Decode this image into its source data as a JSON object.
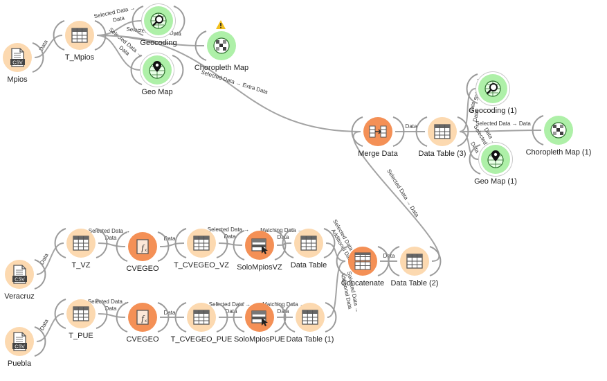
{
  "colors": {
    "data": "#fcd9b0",
    "transform": "#fbbd93",
    "process": "#f49056",
    "visualize": "#aef0a8",
    "link": "#a3a3a3",
    "warning": "#f2c01e"
  },
  "nodes": [
    {
      "id": "mpios",
      "label": "Mpios",
      "icon": "csv-file-icon",
      "category": "data",
      "ports": "right"
    },
    {
      "id": "t_mpios",
      "label": "T_Mpios",
      "icon": "table-icon",
      "category": "data",
      "ports": "both"
    },
    {
      "id": "geocoding",
      "label": "Geocoding",
      "icon": "geocoding-icon",
      "category": "visualize",
      "ports": "both",
      "dashed": true
    },
    {
      "id": "choropleth",
      "label": "Choropleth Map",
      "icon": "choropleth-icon",
      "category": "visualize",
      "ports": "left",
      "warning": true
    },
    {
      "id": "geomap",
      "label": "Geo Map",
      "icon": "geomap-icon",
      "category": "visualize",
      "ports": "both",
      "dashed": true
    },
    {
      "id": "merge",
      "label": "Merge Data",
      "icon": "merge-icon",
      "category": "process",
      "ports": "both"
    },
    {
      "id": "dt3",
      "label": "Data Table (3)",
      "icon": "table-icon",
      "category": "data",
      "ports": "both"
    },
    {
      "id": "geocoding1",
      "label": "Geocoding (1)",
      "icon": "geocoding-icon",
      "category": "visualize",
      "ports": "left",
      "dashed": true
    },
    {
      "id": "choropleth1",
      "label": "Choropleth Map (1)",
      "icon": "choropleth-icon",
      "category": "visualize",
      "ports": "left"
    },
    {
      "id": "geomap1",
      "label": "Geo Map (1)",
      "icon": "geomap-icon",
      "category": "visualize",
      "ports": "left",
      "dashed": true
    },
    {
      "id": "veracruz",
      "label": "Veracruz",
      "icon": "csv-file-icon",
      "category": "data",
      "ports": "right"
    },
    {
      "id": "t_vz",
      "label": "T_VZ",
      "icon": "table-icon",
      "category": "data",
      "ports": "both"
    },
    {
      "id": "cvegeo_vz",
      "label": "CVEGEO",
      "icon": "formula-icon",
      "category": "process",
      "ports": "both"
    },
    {
      "id": "t_cvegeo_vz",
      "label": "T_CVEGEO_VZ",
      "icon": "table-icon",
      "category": "data",
      "ports": "both"
    },
    {
      "id": "solo_vz",
      "label": "SoloMpiosVZ",
      "icon": "select-rows-icon",
      "category": "process",
      "ports": "both"
    },
    {
      "id": "dt_vz",
      "label": "Data Table",
      "icon": "table-icon",
      "category": "data",
      "ports": "both"
    },
    {
      "id": "concat",
      "label": "Concatenate",
      "icon": "concatenate-icon",
      "category": "process",
      "ports": "both"
    },
    {
      "id": "dt2",
      "label": "Data Table (2)",
      "icon": "table-icon",
      "category": "data",
      "ports": "both"
    },
    {
      "id": "puebla",
      "label": "Puebla",
      "icon": "csv-file-icon",
      "category": "data",
      "ports": "right"
    },
    {
      "id": "t_pue",
      "label": "T_PUE",
      "icon": "table-icon",
      "category": "data",
      "ports": "both"
    },
    {
      "id": "cvegeo_pue",
      "label": "CVEGEO",
      "icon": "formula-icon",
      "category": "process",
      "ports": "both"
    },
    {
      "id": "t_cvegeo_pue",
      "label": "T_CVEGEO_PUE",
      "icon": "table-icon",
      "category": "data",
      "ports": "both"
    },
    {
      "id": "solo_pue",
      "label": "SoloMpiosPUE",
      "icon": "select-rows-icon",
      "category": "process",
      "ports": "both"
    },
    {
      "id": "dt1",
      "label": "Data Table (1)",
      "icon": "table-icon",
      "category": "data",
      "ports": "both"
    }
  ],
  "links": [
    {
      "from": "mpios",
      "to": "t_mpios",
      "label": "Data"
    },
    {
      "from": "t_mpios",
      "to": "geocoding",
      "label": "Selected Data →",
      "label2": "Data"
    },
    {
      "from": "t_mpios",
      "to": "choropleth",
      "label": "Selected Data → Data"
    },
    {
      "from": "t_mpios",
      "to": "geomap",
      "label": "Selected Data →",
      "label2": "Data"
    },
    {
      "from": "t_mpios",
      "to": "merge",
      "label": "Selected Data → Extra Data"
    },
    {
      "from": "merge",
      "to": "dt3",
      "label": "Data"
    },
    {
      "from": "dt3",
      "to": "geocoding1",
      "label": "Selected",
      "label2": "Data →",
      "label3": "Data"
    },
    {
      "from": "dt3",
      "to": "choropleth1",
      "label": "Selected Data → Data"
    },
    {
      "from": "dt3",
      "to": "geomap1",
      "label": "Selected",
      "label2": "Data →",
      "label3": "Data"
    },
    {
      "from": "dt2",
      "to": "merge",
      "label": "Selected Data → Data"
    },
    {
      "from": "veracruz",
      "to": "t_vz",
      "label": "Data"
    },
    {
      "from": "t_vz",
      "to": "cvegeo_vz",
      "label": "Selected Data →",
      "label2": "Data"
    },
    {
      "from": "cvegeo_vz",
      "to": "t_cvegeo_vz",
      "label": "Data"
    },
    {
      "from": "t_cvegeo_vz",
      "to": "solo_vz",
      "label": "Selected Data →",
      "label2": "Data"
    },
    {
      "from": "solo_vz",
      "to": "dt_vz",
      "label": "Matching Data →",
      "label2": "Data"
    },
    {
      "from": "dt_vz",
      "to": "concat",
      "label": "Selected Data →",
      "label2": "Additional Data"
    },
    {
      "from": "concat",
      "to": "dt2",
      "label": "Data"
    },
    {
      "from": "puebla",
      "to": "t_pue",
      "label": "Data"
    },
    {
      "from": "t_pue",
      "to": "cvegeo_pue",
      "label": "Selected Data →",
      "label2": "Data"
    },
    {
      "from": "cvegeo_pue",
      "to": "t_cvegeo_pue",
      "label": "Data"
    },
    {
      "from": "t_cvegeo_pue",
      "to": "solo_pue",
      "label": "Selected Data →",
      "label2": "Data"
    },
    {
      "from": "solo_pue",
      "to": "dt1",
      "label": "Matching Data →",
      "label2": "Data"
    },
    {
      "from": "dt1",
      "to": "concat",
      "label": "Selected Data →",
      "label2": "Additional Data"
    }
  ]
}
